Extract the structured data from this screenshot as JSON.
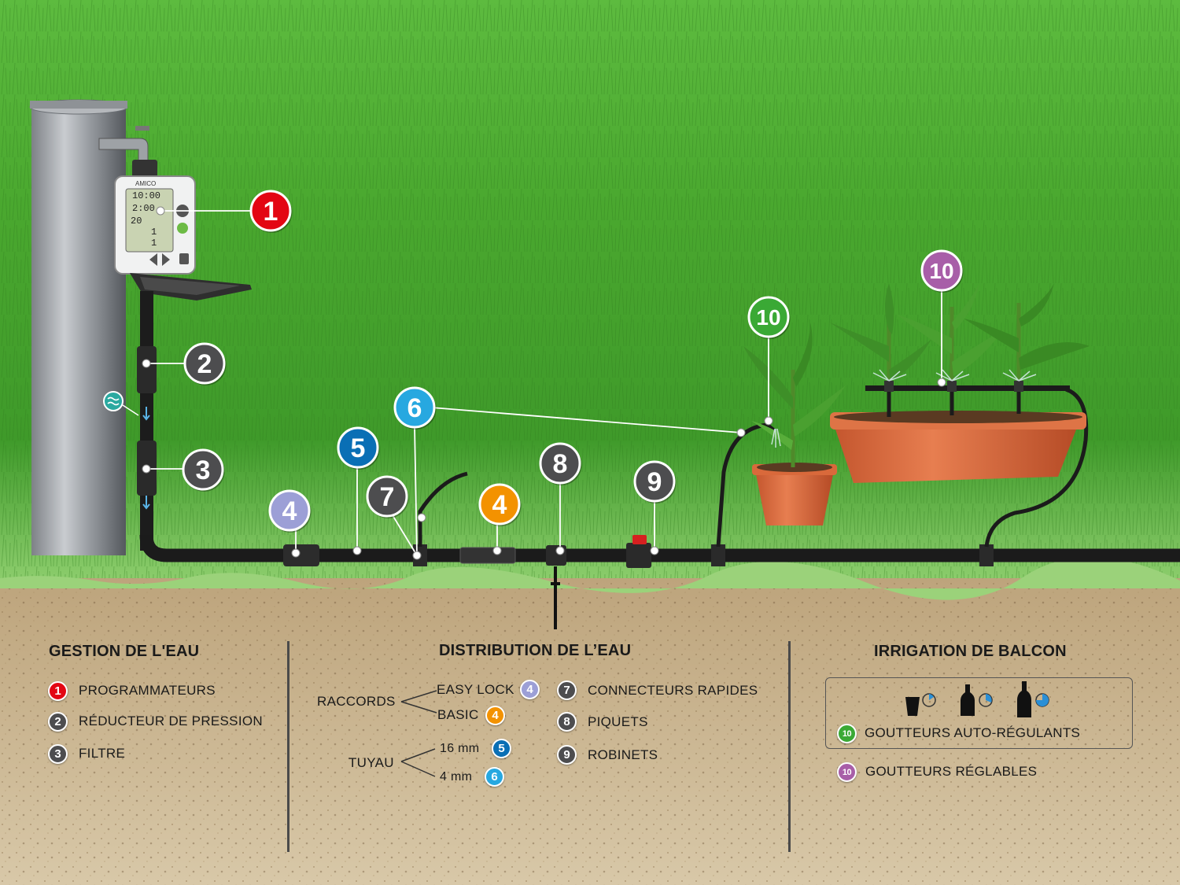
{
  "colors": {
    "red": "#e30613",
    "dark": "#4d4d4f",
    "lavender": "#9c9fd6",
    "orange": "#f39200",
    "blue": "#0a6fb5",
    "cyan": "#27a8e0",
    "green": "#3aa935",
    "purple": "#a85ea8"
  },
  "timer": {
    "brand": "AMICO",
    "lines": [
      "10:00",
      "2:00",
      "20",
      "1",
      "1"
    ]
  },
  "callouts": [
    {
      "id": "c1",
      "text": "1",
      "color": "red"
    },
    {
      "id": "c2",
      "text": "2",
      "color": "dark"
    },
    {
      "id": "c3",
      "text": "3",
      "color": "dark"
    },
    {
      "id": "c4a",
      "text": "4",
      "color": "lavender"
    },
    {
      "id": "c5",
      "text": "5",
      "color": "blue"
    },
    {
      "id": "c6",
      "text": "6",
      "color": "cyan"
    },
    {
      "id": "c7",
      "text": "7",
      "color": "dark"
    },
    {
      "id": "c4b",
      "text": "4",
      "color": "orange"
    },
    {
      "id": "c8",
      "text": "8",
      "color": "dark"
    },
    {
      "id": "c9",
      "text": "9",
      "color": "dark"
    },
    {
      "id": "c10a",
      "text": "10",
      "color": "green"
    },
    {
      "id": "c10b",
      "text": "10",
      "color": "purple"
    }
  ],
  "legend": {
    "gestion": {
      "title": "GESTION DE L'EAU",
      "items": [
        {
          "num": "1",
          "label": "PROGRAMMATEURS",
          "color": "red"
        },
        {
          "num": "2",
          "label": "RÉDUCTEUR DE PRESSION",
          "color": "dark"
        },
        {
          "num": "3",
          "label": "FILTRE",
          "color": "dark"
        }
      ]
    },
    "distribution": {
      "title": "DISTRIBUTION DE L’EAU",
      "raccords_label": "RACCORDS",
      "raccords": [
        {
          "label": "EASY LOCK",
          "num": "4",
          "color": "lavender"
        },
        {
          "label": "BASIC",
          "num": "4",
          "color": "orange"
        }
      ],
      "tuyau_label": "TUYAU",
      "tuyau": [
        {
          "label": "16 mm",
          "num": "5",
          "color": "blue"
        },
        {
          "label": "4 mm",
          "num": "6",
          "color": "cyan"
        }
      ],
      "items": [
        {
          "num": "7",
          "label": "CONNECTEURS RAPIDES",
          "color": "dark"
        },
        {
          "num": "8",
          "label": "PIQUETS",
          "color": "dark"
        },
        {
          "num": "9",
          "label": "ROBINETS",
          "color": "dark"
        }
      ]
    },
    "balcon": {
      "title": "IRRIGATION DE BALCON",
      "items": [
        {
          "num": "10",
          "label": "GOUTTEURS AUTO-RÉGULANTS",
          "color": "green"
        },
        {
          "num": "10",
          "label": "GOUTTEURS RÉGLABLES",
          "color": "purple"
        }
      ]
    }
  }
}
